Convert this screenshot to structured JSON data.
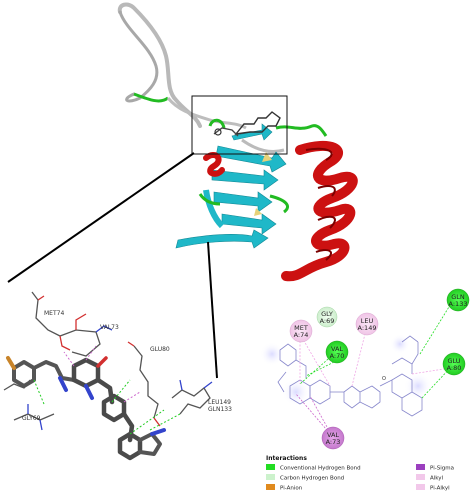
{
  "residues_3d": {
    "met74": "MET74",
    "val73": "VAL73",
    "glu80": "GLU80",
    "leu149": "LEU149",
    "gln133": "GLN133",
    "gly69": "GLY69"
  },
  "residues_2d": {
    "gly69": [
      "GLY",
      "A:69"
    ],
    "met74": [
      "MET",
      "A:74"
    ],
    "leu149": [
      "LEU",
      "A:149"
    ],
    "val70": [
      "VAL",
      "A:70"
    ],
    "gln133": [
      "GLN",
      "A:133"
    ],
    "glu80": [
      "GLU",
      "A:80"
    ],
    "val73": [
      "VAL",
      "A:73"
    ]
  },
  "legend": {
    "title": "Interactions",
    "items": [
      {
        "label": "Conventional Hydrogen Bond",
        "color": "#22dd22"
      },
      {
        "label": "Carbon Hydrogen Bond",
        "color": "#ccf2cc"
      },
      {
        "label": "Pi-Anion",
        "color": "#e08a1e"
      },
      {
        "label": "Pi-Sigma",
        "color": "#9b3fbf"
      },
      {
        "label": "Alkyl",
        "color": "#f2c8ea"
      },
      {
        "label": "Pi-Alkyl",
        "color": "#f2c8ea"
      }
    ]
  },
  "colors": {
    "helix": "#cc1111",
    "sheet": "#1fb8c8",
    "coil": "#bbbbbb",
    "turn": "#22bb22",
    "hbond": "#22dd22",
    "pi": "#cc66cc"
  }
}
